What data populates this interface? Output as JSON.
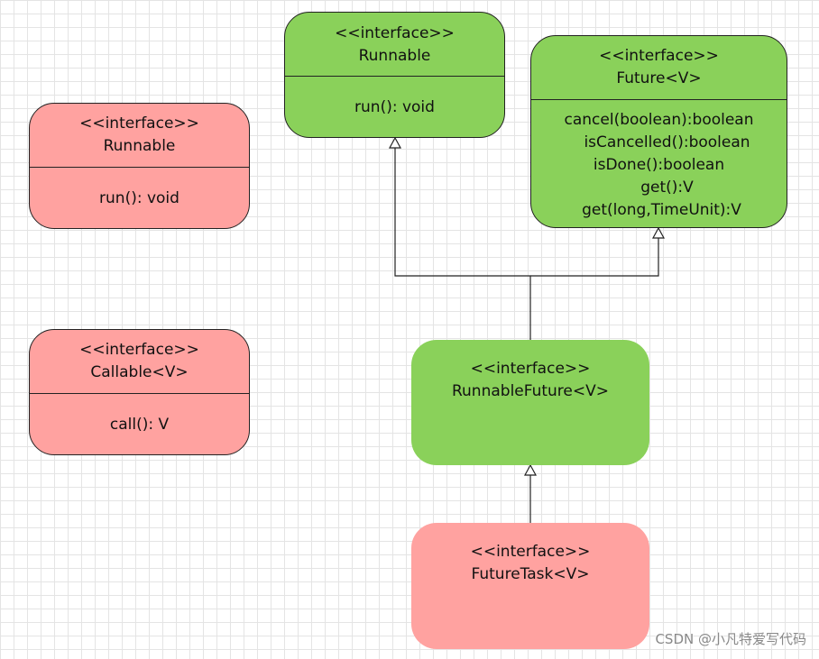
{
  "boxes": {
    "runnable_left": {
      "stereotype": "<<interface>>",
      "name": "Runnable",
      "methods": [
        "run(): void"
      ],
      "color": "#ffa2a0"
    },
    "callable": {
      "stereotype": "<<interface>>",
      "name": "Callable<V>",
      "methods": [
        "call(): V"
      ],
      "color": "#ffa2a0"
    },
    "runnable_top": {
      "stereotype": "<<interface>>",
      "name": "Runnable",
      "methods": [
        "run(): void"
      ],
      "color": "#8ad15a"
    },
    "future": {
      "stereotype": "<<interface>>",
      "name": "Future<V>",
      "methods": [
        "cancel(boolean):boolean",
        "isCancelled():boolean",
        "isDone():boolean",
        "get():V",
        "get(long,TimeUnit):V"
      ],
      "color": "#8ad15a"
    },
    "runnable_future": {
      "stereotype": "<<interface>>",
      "name": "RunnableFuture<V>",
      "color": "#8ad15a"
    },
    "future_task": {
      "stereotype": "<<interface>>",
      "name": "FutureTask<V>",
      "color": "#ffa2a0"
    }
  },
  "watermark": "CSDN @小凡特爱写代码"
}
